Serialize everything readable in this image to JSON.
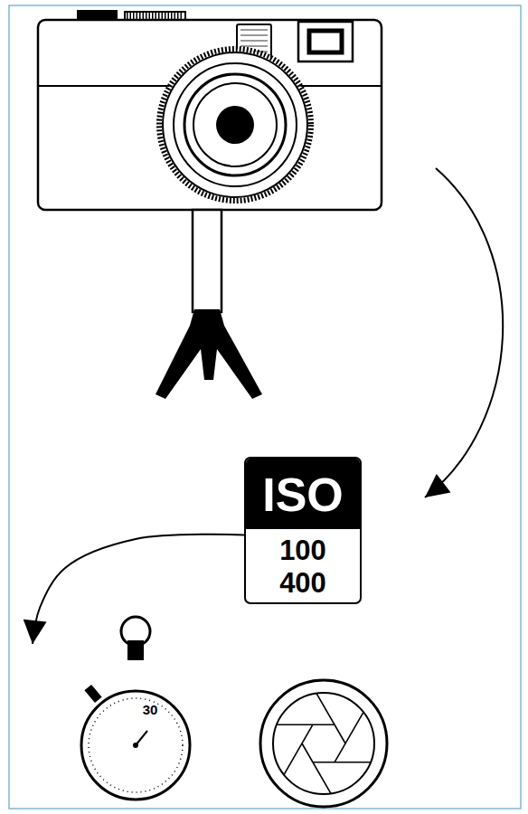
{
  "diagram": {
    "nodes": [
      {
        "text": [
          "ISO",
          "100 400"
        ]
      },
      {
        "text": [
          "30"
        ]
      }
    ],
    "edges": [
      {
        "from": 0,
        "to": 1,
        "arrow": "to"
      }
    ]
  }
}
